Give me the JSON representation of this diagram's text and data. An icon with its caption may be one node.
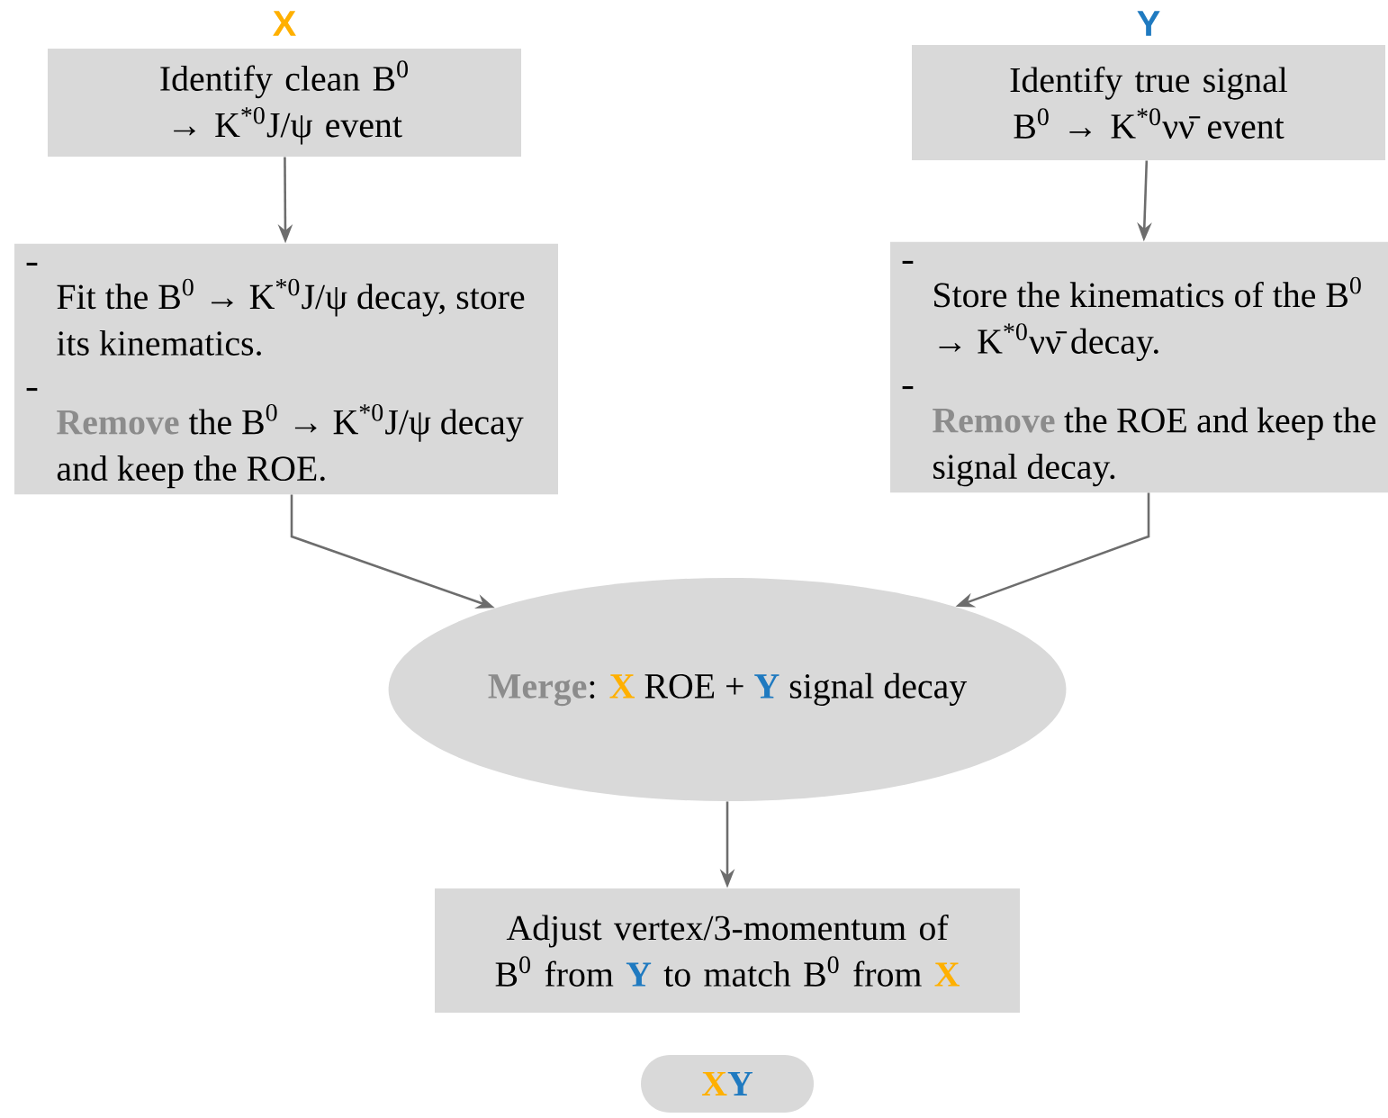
{
  "diagram": {
    "nodes": [
      {
        "text": [
          "X",
          "Identify clean B$^{0}$ → K$^{*0}$J/ψ event"
        ]
      },
      {
        "text": [
          "Y",
          "Identify true signal B$^{0}$ → K$^{*0}$νν̄ event"
        ]
      },
      {
        "text": [
          "Fit the B$^{0}$ → K$^{*0}$J/ψ decay, store its kinematics.",
          "**Remove** the B$^{0}$ → K$^{*0}$J/ψ decay and keep the ROE."
        ]
      },
      {
        "text": [
          "Store the kinematics of the B$^{0}$ → K$^{*0}$νν̄ decay.",
          "**Remove** the ROE and keep the signal decay."
        ]
      },
      {
        "text": [
          "**Merge**: **X** ROE + **Y** signal decay"
        ]
      },
      {
        "text": [
          "Adjust vertex/3-momentum of B$^{0}$ from **Y** to match B$^{0}$ from **X**"
        ]
      },
      {
        "text": [
          "**X**Y"
        ]
      }
    ],
    "edges": [
      {
        "from": 0,
        "to": 2,
        "arrow": "to"
      },
      {
        "from": 1,
        "to": 3,
        "arrow": "to"
      },
      {
        "from": 2,
        "to": 4,
        "arrow": "to"
      },
      {
        "from": 3,
        "to": 4,
        "arrow": "to"
      },
      {
        "from": 4,
        "to": 5,
        "arrow": "to"
      }
    ]
  }
}
